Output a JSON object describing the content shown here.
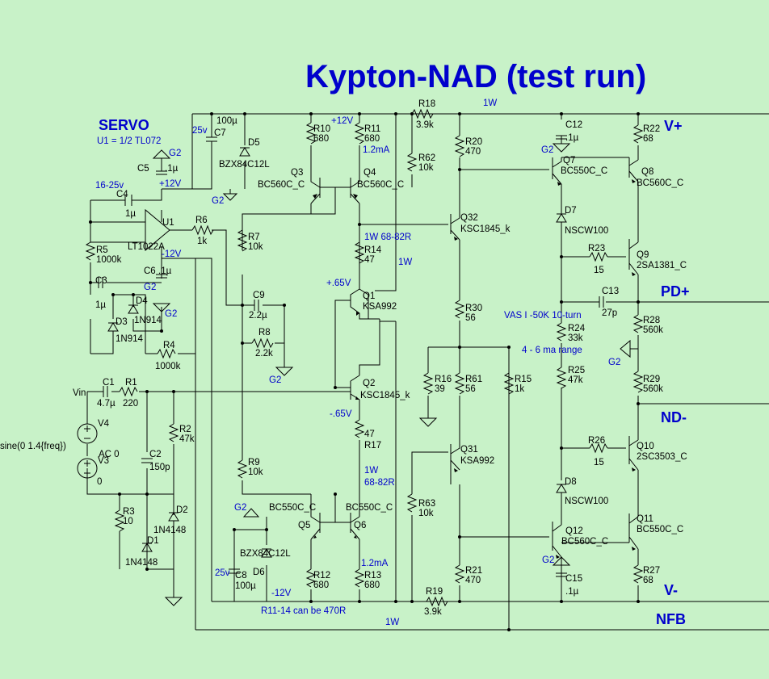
{
  "title": "Kypton-NAD (test run)",
  "ports": {
    "vplus": "V+",
    "vminus": "V-",
    "pdplus": "PD+",
    "ndminus": "ND-",
    "nfb": "NFB",
    "vin": "Vin",
    "servo": "SERVO"
  },
  "notes": {
    "u1": "U1 = 1/2 TL072",
    "servo_v": "16-25v",
    "vas": "VAS I -50K 10-turn",
    "range": "4 - 6 ma range",
    "r11": "R11-14 can be 470R",
    "source": "sine(0 1.4{freq})",
    "ac": "AC 0",
    "zero": "0"
  },
  "nets": {
    "p12a": "+12V",
    "p12b": "+12V",
    "m12a": "-12V",
    "m12b": "-12V",
    "p65": "+.65V",
    "m65": "-.65V",
    "ma1": "1.2mA",
    "ma2": "1.2mA",
    "v25a": "25v",
    "v25b": "25v",
    "w1a": "1W",
    "w1b": "1W",
    "w1c": "1W",
    "w1d": "1W",
    "w1e": "1W",
    "w6882a": "1W  68-82R",
    "w6882b": "68-82R"
  },
  "grounds": [
    "G2",
    "G2",
    "G2",
    "G2",
    "G2",
    "G2",
    "G2",
    "G2",
    "G2"
  ],
  "components": [
    {
      "ref": "R18",
      "val": "3.9k"
    },
    {
      "ref": "R19",
      "val": "3.9k"
    },
    {
      "ref": "R10",
      "val": "680"
    },
    {
      "ref": "R11",
      "val": "680"
    },
    {
      "ref": "R12",
      "val": "680"
    },
    {
      "ref": "R13",
      "val": "680"
    },
    {
      "ref": "R20",
      "val": "470"
    },
    {
      "ref": "R21",
      "val": "470"
    },
    {
      "ref": "R22",
      "val": "68"
    },
    {
      "ref": "R27",
      "val": "68"
    },
    {
      "ref": "R62",
      "val": "10k"
    },
    {
      "ref": "R63",
      "val": "10k"
    },
    {
      "ref": "R7",
      "val": "10k"
    },
    {
      "ref": "R9",
      "val": "10k"
    },
    {
      "ref": "R14",
      "val": "47"
    },
    {
      "ref": "R17",
      "val": "47"
    },
    {
      "ref": "R30",
      "val": "56"
    },
    {
      "ref": "R61",
      "val": "56"
    },
    {
      "ref": "R16",
      "val": "39"
    },
    {
      "ref": "R15",
      "val": "1k"
    },
    {
      "ref": "R6",
      "val": "1k"
    },
    {
      "ref": "R5",
      "val": "1000k"
    },
    {
      "ref": "R4",
      "val": "1000k"
    },
    {
      "ref": "R8",
      "val": "2.2k"
    },
    {
      "ref": "R1",
      "val": "220"
    },
    {
      "ref": "R2",
      "val": "47k"
    },
    {
      "ref": "R3",
      "val": "10"
    },
    {
      "ref": "R23",
      "val": "15"
    },
    {
      "ref": "R26",
      "val": "15"
    },
    {
      "ref": "R24",
      "val": "33k"
    },
    {
      "ref": "R25",
      "val": "47k"
    },
    {
      "ref": "R28",
      "val": "560k"
    },
    {
      "ref": "R29",
      "val": "560k"
    },
    {
      "ref": "C7",
      "val": "100µ"
    },
    {
      "ref": "C8",
      "val": "100µ"
    },
    {
      "ref": "C5",
      "val": ".1µ"
    },
    {
      "ref": "C4",
      "val": "1µ"
    },
    {
      "ref": "C6",
      "val": ".1µ"
    },
    {
      "ref": "C3",
      "val": "1µ"
    },
    {
      "ref": "C9",
      "val": "2.2µ"
    },
    {
      "ref": "C1",
      "val": "4.7µ"
    },
    {
      "ref": "C2",
      "val": "150p"
    },
    {
      "ref": "C12",
      "val": ".1µ"
    },
    {
      "ref": "C15",
      "val": ".1µ"
    },
    {
      "ref": "C13",
      "val": "27p"
    },
    {
      "ref": "D5",
      "val": "BZX84C12L"
    },
    {
      "ref": "D6",
      "val": "BZX84C12L"
    },
    {
      "ref": "D3",
      "val": "1N914"
    },
    {
      "ref": "D4",
      "val": "1N914"
    },
    {
      "ref": "D1",
      "val": "1N4148"
    },
    {
      "ref": "D2",
      "val": "1N4148"
    },
    {
      "ref": "D7",
      "val": "NSCW100"
    },
    {
      "ref": "D8",
      "val": "NSCW100"
    },
    {
      "ref": "Q3",
      "val": "BC560C_C"
    },
    {
      "ref": "Q4",
      "val": "BC560C_C"
    },
    {
      "ref": "Q5",
      "val": "BC550C_C"
    },
    {
      "ref": "Q6",
      "val": "BC550C_C"
    },
    {
      "ref": "Q1",
      "val": "KSA992"
    },
    {
      "ref": "Q2",
      "val": "KSC1845_k"
    },
    {
      "ref": "Q32",
      "val": "KSC1845_k"
    },
    {
      "ref": "Q31",
      "val": "KSA992"
    },
    {
      "ref": "Q7",
      "val": "BC550C_C"
    },
    {
      "ref": "Q8",
      "val": "BC560C_C"
    },
    {
      "ref": "Q9",
      "val": "2SA1381_C"
    },
    {
      "ref": "Q10",
      "val": "2SC3503_C"
    },
    {
      "ref": "Q11",
      "val": "BC550C_C"
    },
    {
      "ref": "Q12",
      "val": "BC560C_C"
    },
    {
      "ref": "U1",
      "val": "LT1022A"
    },
    {
      "ref": "V4",
      "val": ""
    },
    {
      "ref": "V3",
      "val": ""
    }
  ]
}
